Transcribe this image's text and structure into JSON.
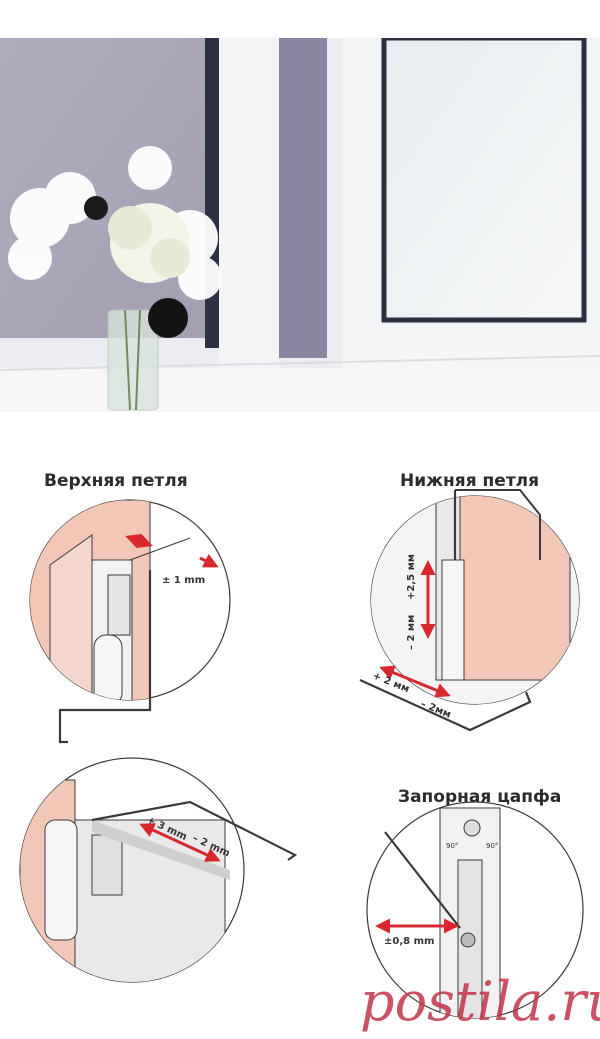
{
  "photo": {
    "subject": "window-with-flowers"
  },
  "diagrams": {
    "top_hinge": {
      "title": "Верхняя петля",
      "adjust": "± 1 mm"
    },
    "bottom_hinge": {
      "title": "Нижняя петля",
      "up": "+2,5 мм",
      "down": "– 2 мм",
      "left": "+ 2 мм",
      "right": "– 2мм"
    },
    "middle_hinge": {
      "plus": "+ 3 mm",
      "minus": "– 2 mm"
    },
    "locking_pin": {
      "title": "Запорная цапфа",
      "angle_left": "90°",
      "angle_right": "90°",
      "adjust": "±0,8 mm"
    }
  },
  "watermark": "postila.ru",
  "colors": {
    "wall": "#f2c7b8",
    "arrow": "#d9272e",
    "line": "#3a3a3a"
  }
}
